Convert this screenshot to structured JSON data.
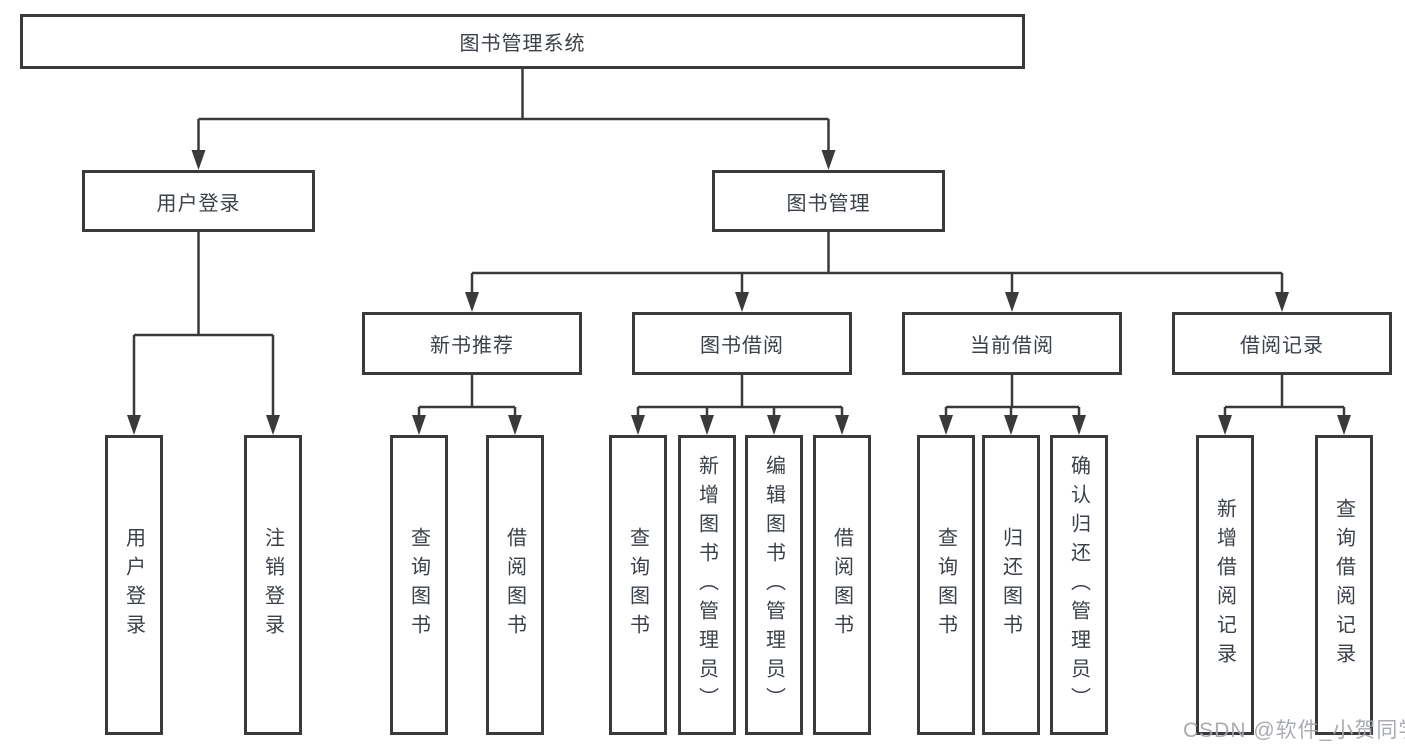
{
  "nodes": {
    "root": {
      "label": "图书管理系统"
    },
    "level2": [
      {
        "id": "user-login",
        "label": "用户登录"
      },
      {
        "id": "book-management",
        "label": "图书管理"
      }
    ],
    "level3": [
      {
        "id": "new-book-recommend",
        "parent": "book-management",
        "label": "新书推荐"
      },
      {
        "id": "book-borrow",
        "parent": "book-management",
        "label": "图书借阅"
      },
      {
        "id": "current-borrow",
        "parent": "book-management",
        "label": "当前借阅"
      },
      {
        "id": "borrow-records",
        "parent": "book-management",
        "label": "借阅记录"
      }
    ],
    "leaves": [
      {
        "parent": "user-login",
        "label": "用户登录"
      },
      {
        "parent": "user-login",
        "label": "注销登录"
      },
      {
        "parent": "new-book-recommend",
        "label": "查询图书"
      },
      {
        "parent": "new-book-recommend",
        "label": "借阅图书"
      },
      {
        "parent": "book-borrow",
        "label": "查询图书"
      },
      {
        "parent": "book-borrow",
        "label": "新增图书（管理员）"
      },
      {
        "parent": "book-borrow",
        "label": "编辑图书（管理员）"
      },
      {
        "parent": "book-borrow",
        "label": "借阅图书"
      },
      {
        "parent": "current-borrow",
        "label": "查询图书"
      },
      {
        "parent": "current-borrow",
        "label": "归还图书"
      },
      {
        "parent": "current-borrow",
        "label": "确认归还（管理员）"
      },
      {
        "parent": "borrow-records",
        "label": "新增借阅记录"
      },
      {
        "parent": "borrow-records",
        "label": "查询借阅记录"
      }
    ]
  },
  "watermark": "CSDN @软件_小贺同学",
  "colors": {
    "line": "#3a3a3a",
    "text": "#3b4148",
    "watermark": "#a4a8ad",
    "background": "#ffffff"
  }
}
